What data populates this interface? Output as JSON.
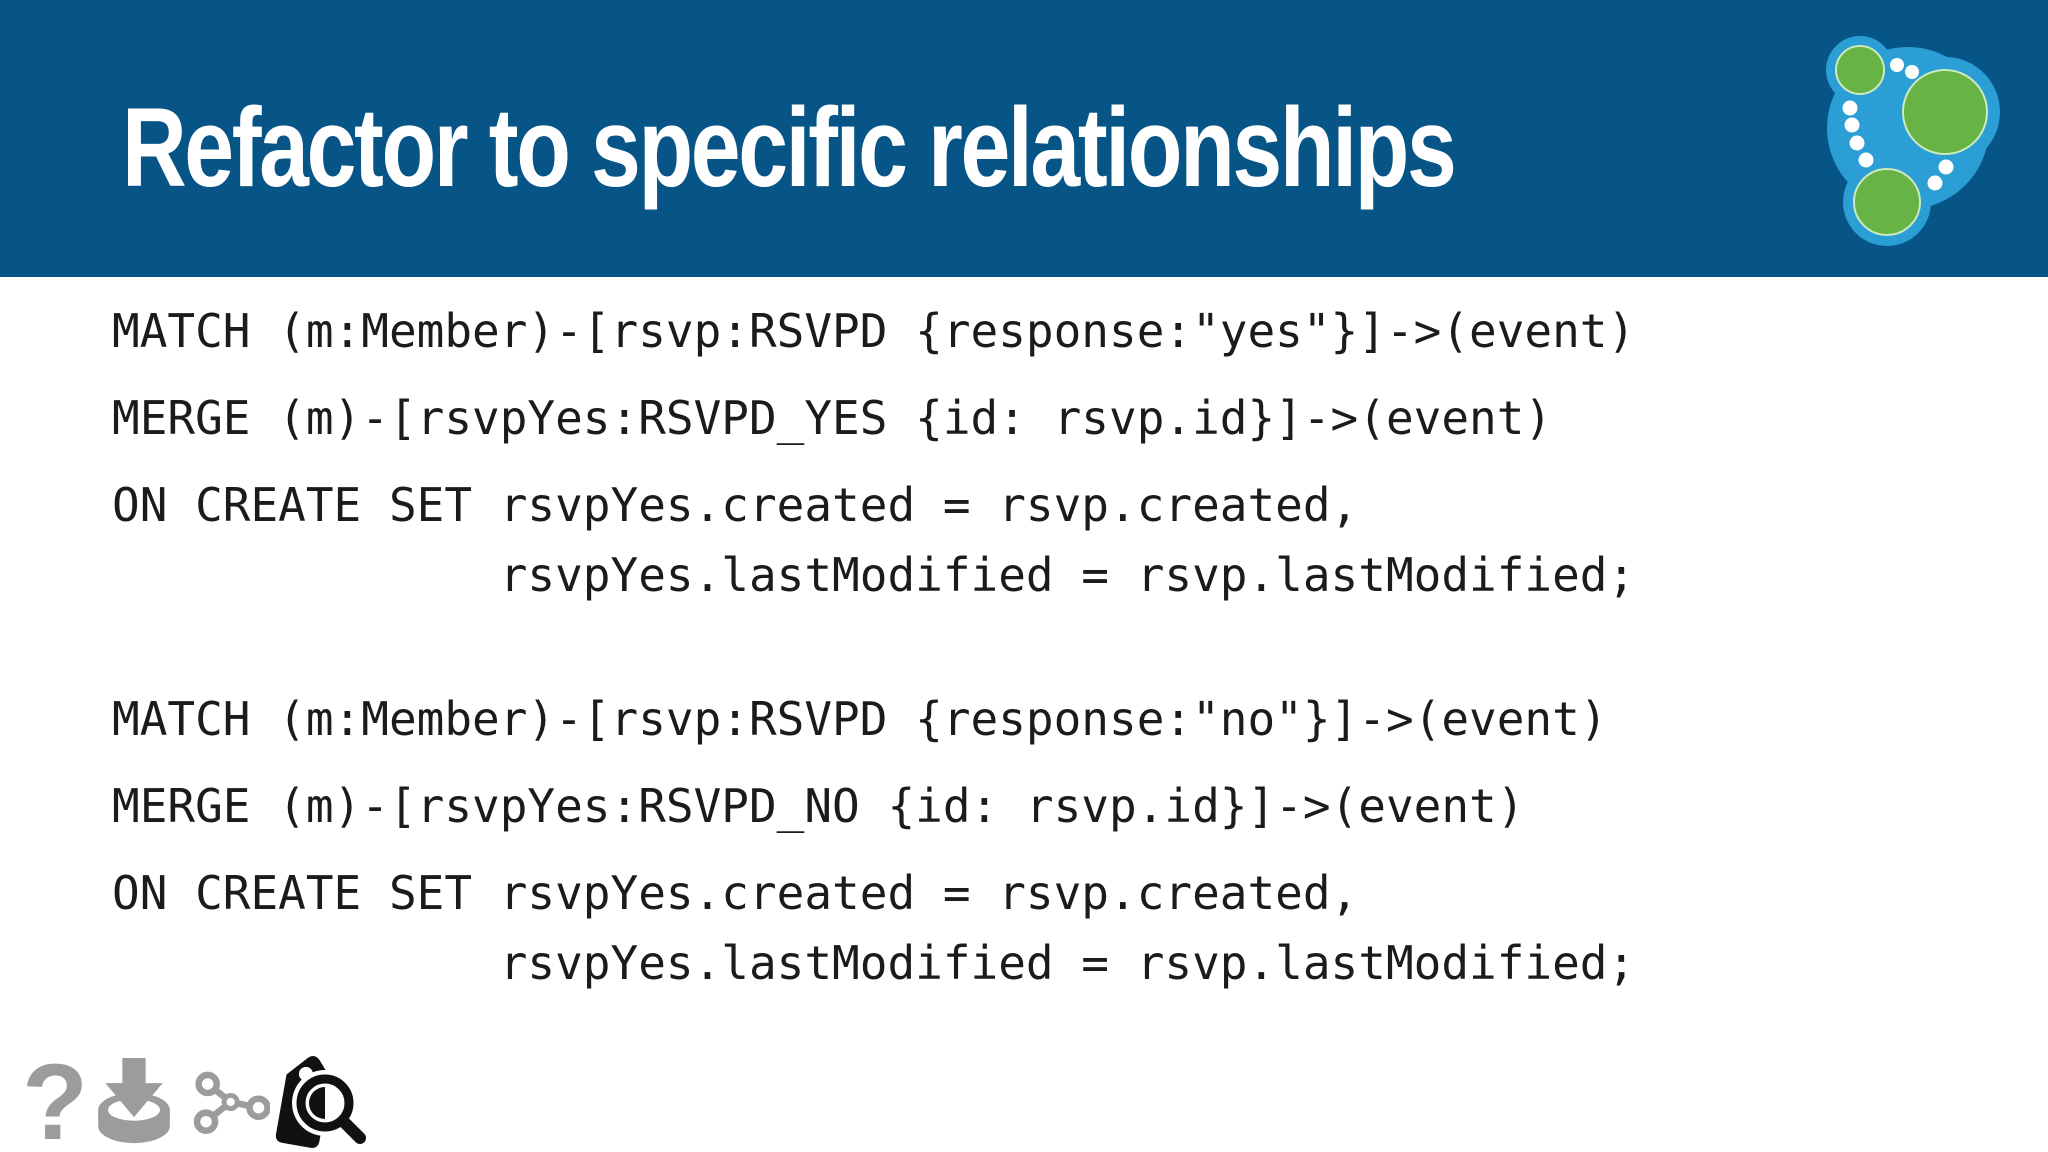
{
  "slide": {
    "title": "Refactor to specific relationships"
  },
  "theme": {
    "header_background": "#075586",
    "title_color": "#ffffff",
    "code_color": "#1b1b1b",
    "icon_gray": "#9c9c9c",
    "icon_black": "#111111"
  },
  "logo": {
    "name": "neo4j-logo",
    "blue": "#2b9ed5",
    "green": "#67b346"
  },
  "code": {
    "block1": {
      "lines": [
        "MATCH (m:Member)-[rsvp:RSVPD {response:\"yes\"}]->(event)",
        "MERGE (m)-[rsvpYes:RSVPD_YES {id: rsvp.id}]->(event)",
        "ON CREATE SET rsvpYes.created = rsvp.created,",
        "              rsvpYes.lastModified = rsvp.lastModified;"
      ]
    },
    "block2": {
      "lines": [
        "MATCH (m:Member)-[rsvp:RSVPD {response:\"no\"}]->(event)",
        "MERGE (m)-[rsvpYes:RSVPD_NO {id: rsvp.id}]->(event)",
        "ON CREATE SET rsvpYes.created = rsvp.created,",
        "              rsvpYes.lastModified = rsvp.lastModified;"
      ]
    }
  },
  "footer": {
    "icons": [
      {
        "name": "question-icon",
        "glyph": "?"
      },
      {
        "name": "download-icon"
      },
      {
        "name": "graph-icon"
      },
      {
        "name": "tag-search-icon"
      }
    ]
  }
}
